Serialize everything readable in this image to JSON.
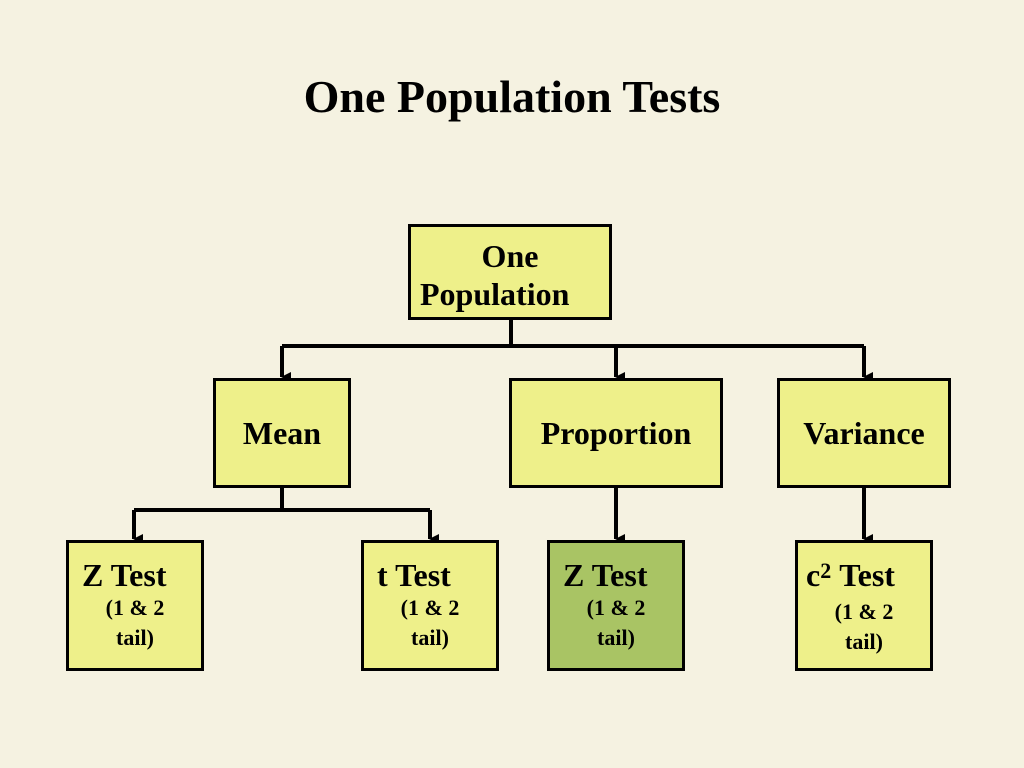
{
  "title": "One Population Tests",
  "root": {
    "line1": "One",
    "line2": "Population"
  },
  "categories": {
    "mean": "Mean",
    "proportion": "Proportion",
    "variance": "Variance"
  },
  "leaves": [
    {
      "test": "Z Test",
      "detail1": "(1 & 2",
      "detail2": "tail)"
    },
    {
      "test": "t Test",
      "detail1": "(1 & 2",
      "detail2": "tail)"
    },
    {
      "test": "Z Test",
      "detail1": "(1 & 2",
      "detail2": "tail)"
    },
    {
      "symbol": "c",
      "superscript": "2",
      "test": "Test",
      "detail1": "(1 & 2",
      "detail2": "tail)"
    }
  ],
  "colors": {
    "background": "#f5f2e1",
    "box_fill": "#eef08a",
    "highlight_fill": "#a9c464",
    "line": "#000000"
  }
}
